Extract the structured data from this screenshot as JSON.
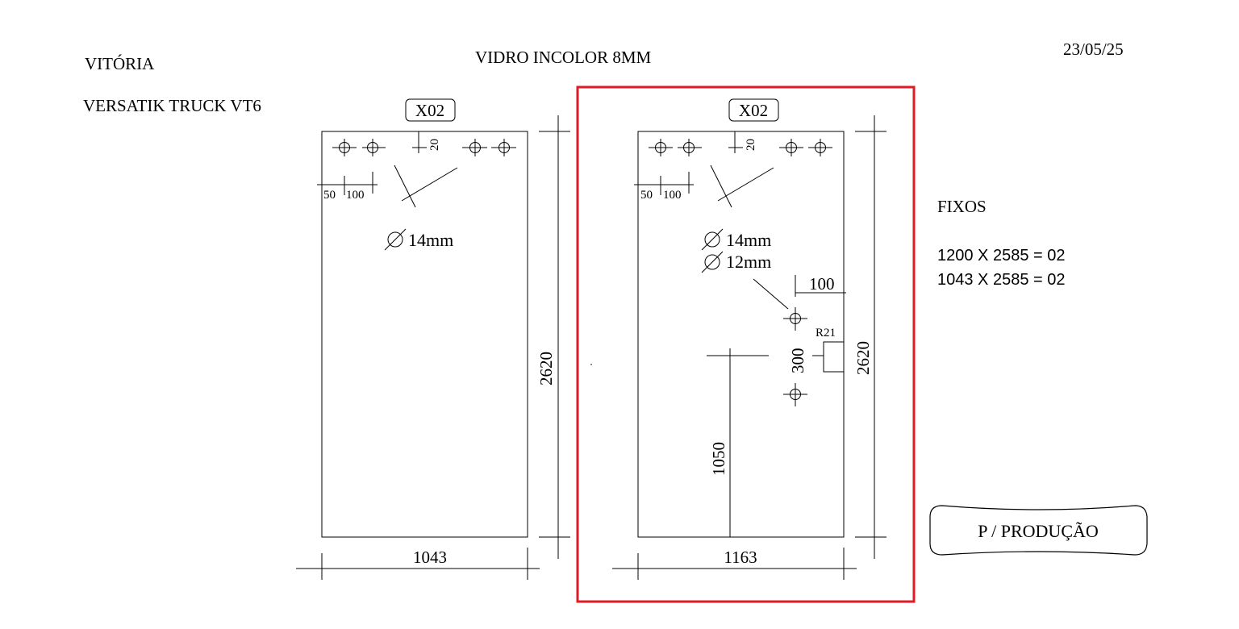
{
  "header": {
    "client": "VITÓRIA",
    "model": "VERSATIK TRUCK  VT6",
    "material": "VIDRO INCOLOR 8MM",
    "date": "23/05/25"
  },
  "panel_left": {
    "qty_tag": "X02",
    "width": "1043",
    "height": "2620",
    "offset_edge": "50",
    "offset_spacing": "100",
    "offset_top": "20",
    "hole_diameter": "14mm"
  },
  "panel_right": {
    "qty_tag": "X02",
    "width": "1163",
    "height": "2620",
    "offset_edge": "50",
    "offset_spacing": "100",
    "offset_top": "20",
    "hole_diameter_1": "14mm",
    "hole_diameter_2": "12mm",
    "lock_offset": "100",
    "lock_spacing": "300",
    "lock_radius": "R21",
    "lock_height": "1050"
  },
  "fixed_panels": {
    "title": "FIXOS",
    "line1": "1200 X 2585 = 02",
    "line2": "1043 X 2585 = 02"
  },
  "production_button": "P / PRODUÇÃO",
  "highlight_color": "#e01b24"
}
